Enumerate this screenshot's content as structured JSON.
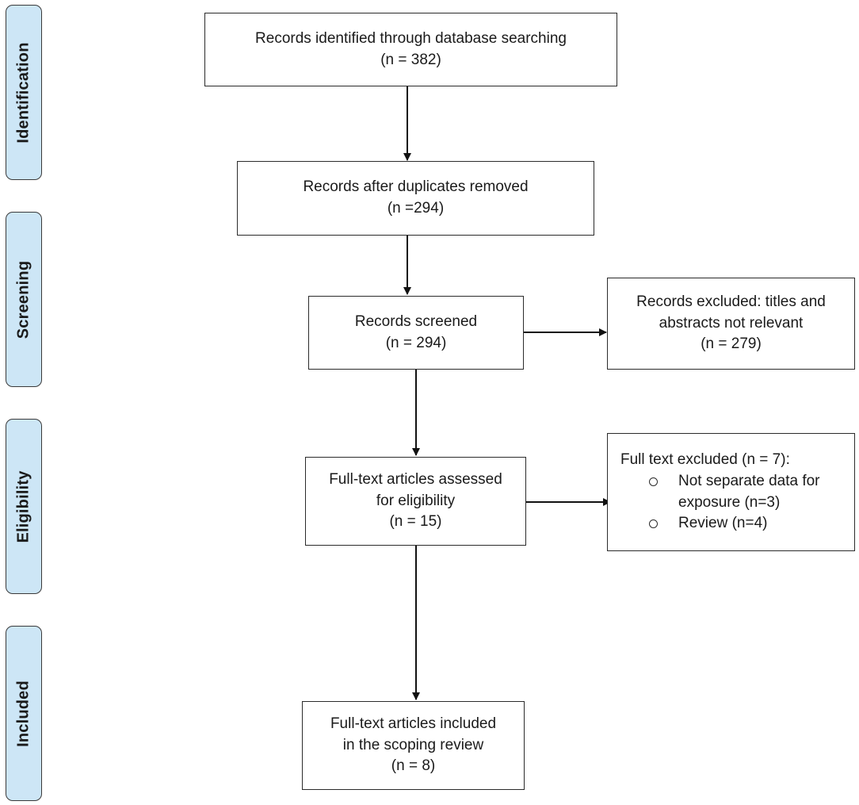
{
  "phases": {
    "identification": "Identification",
    "screening": "Screening",
    "eligibility": "Eligibility",
    "included": "Included"
  },
  "boxes": {
    "identified": {
      "line1": "Records identified through database searching",
      "line2": "(n = 382)"
    },
    "after_duplicates": {
      "line1": "Records after duplicates removed",
      "line2": "(n =294)"
    },
    "screened": {
      "line1": "Records screened",
      "line2": "(n = 294)"
    },
    "excluded_screening": {
      "line1": "Records excluded: titles and",
      "line2": "abstracts not relevant",
      "line3": "(n = 279)"
    },
    "assessed": {
      "line1": "Full-text articles assessed",
      "line2": "for eligibility",
      "line3": "(n = 15)"
    },
    "excluded_fulltext": {
      "title": "Full text excluded (n = 7):",
      "reasons": [
        {
          "line1": "Not separate data for",
          "line2": "exposure (n=3)"
        },
        {
          "line1": "Review (n=4)"
        }
      ]
    },
    "included": {
      "line1": "Full-text articles included",
      "line2": "in the scoping review",
      "line3": "(n = 8)"
    }
  }
}
